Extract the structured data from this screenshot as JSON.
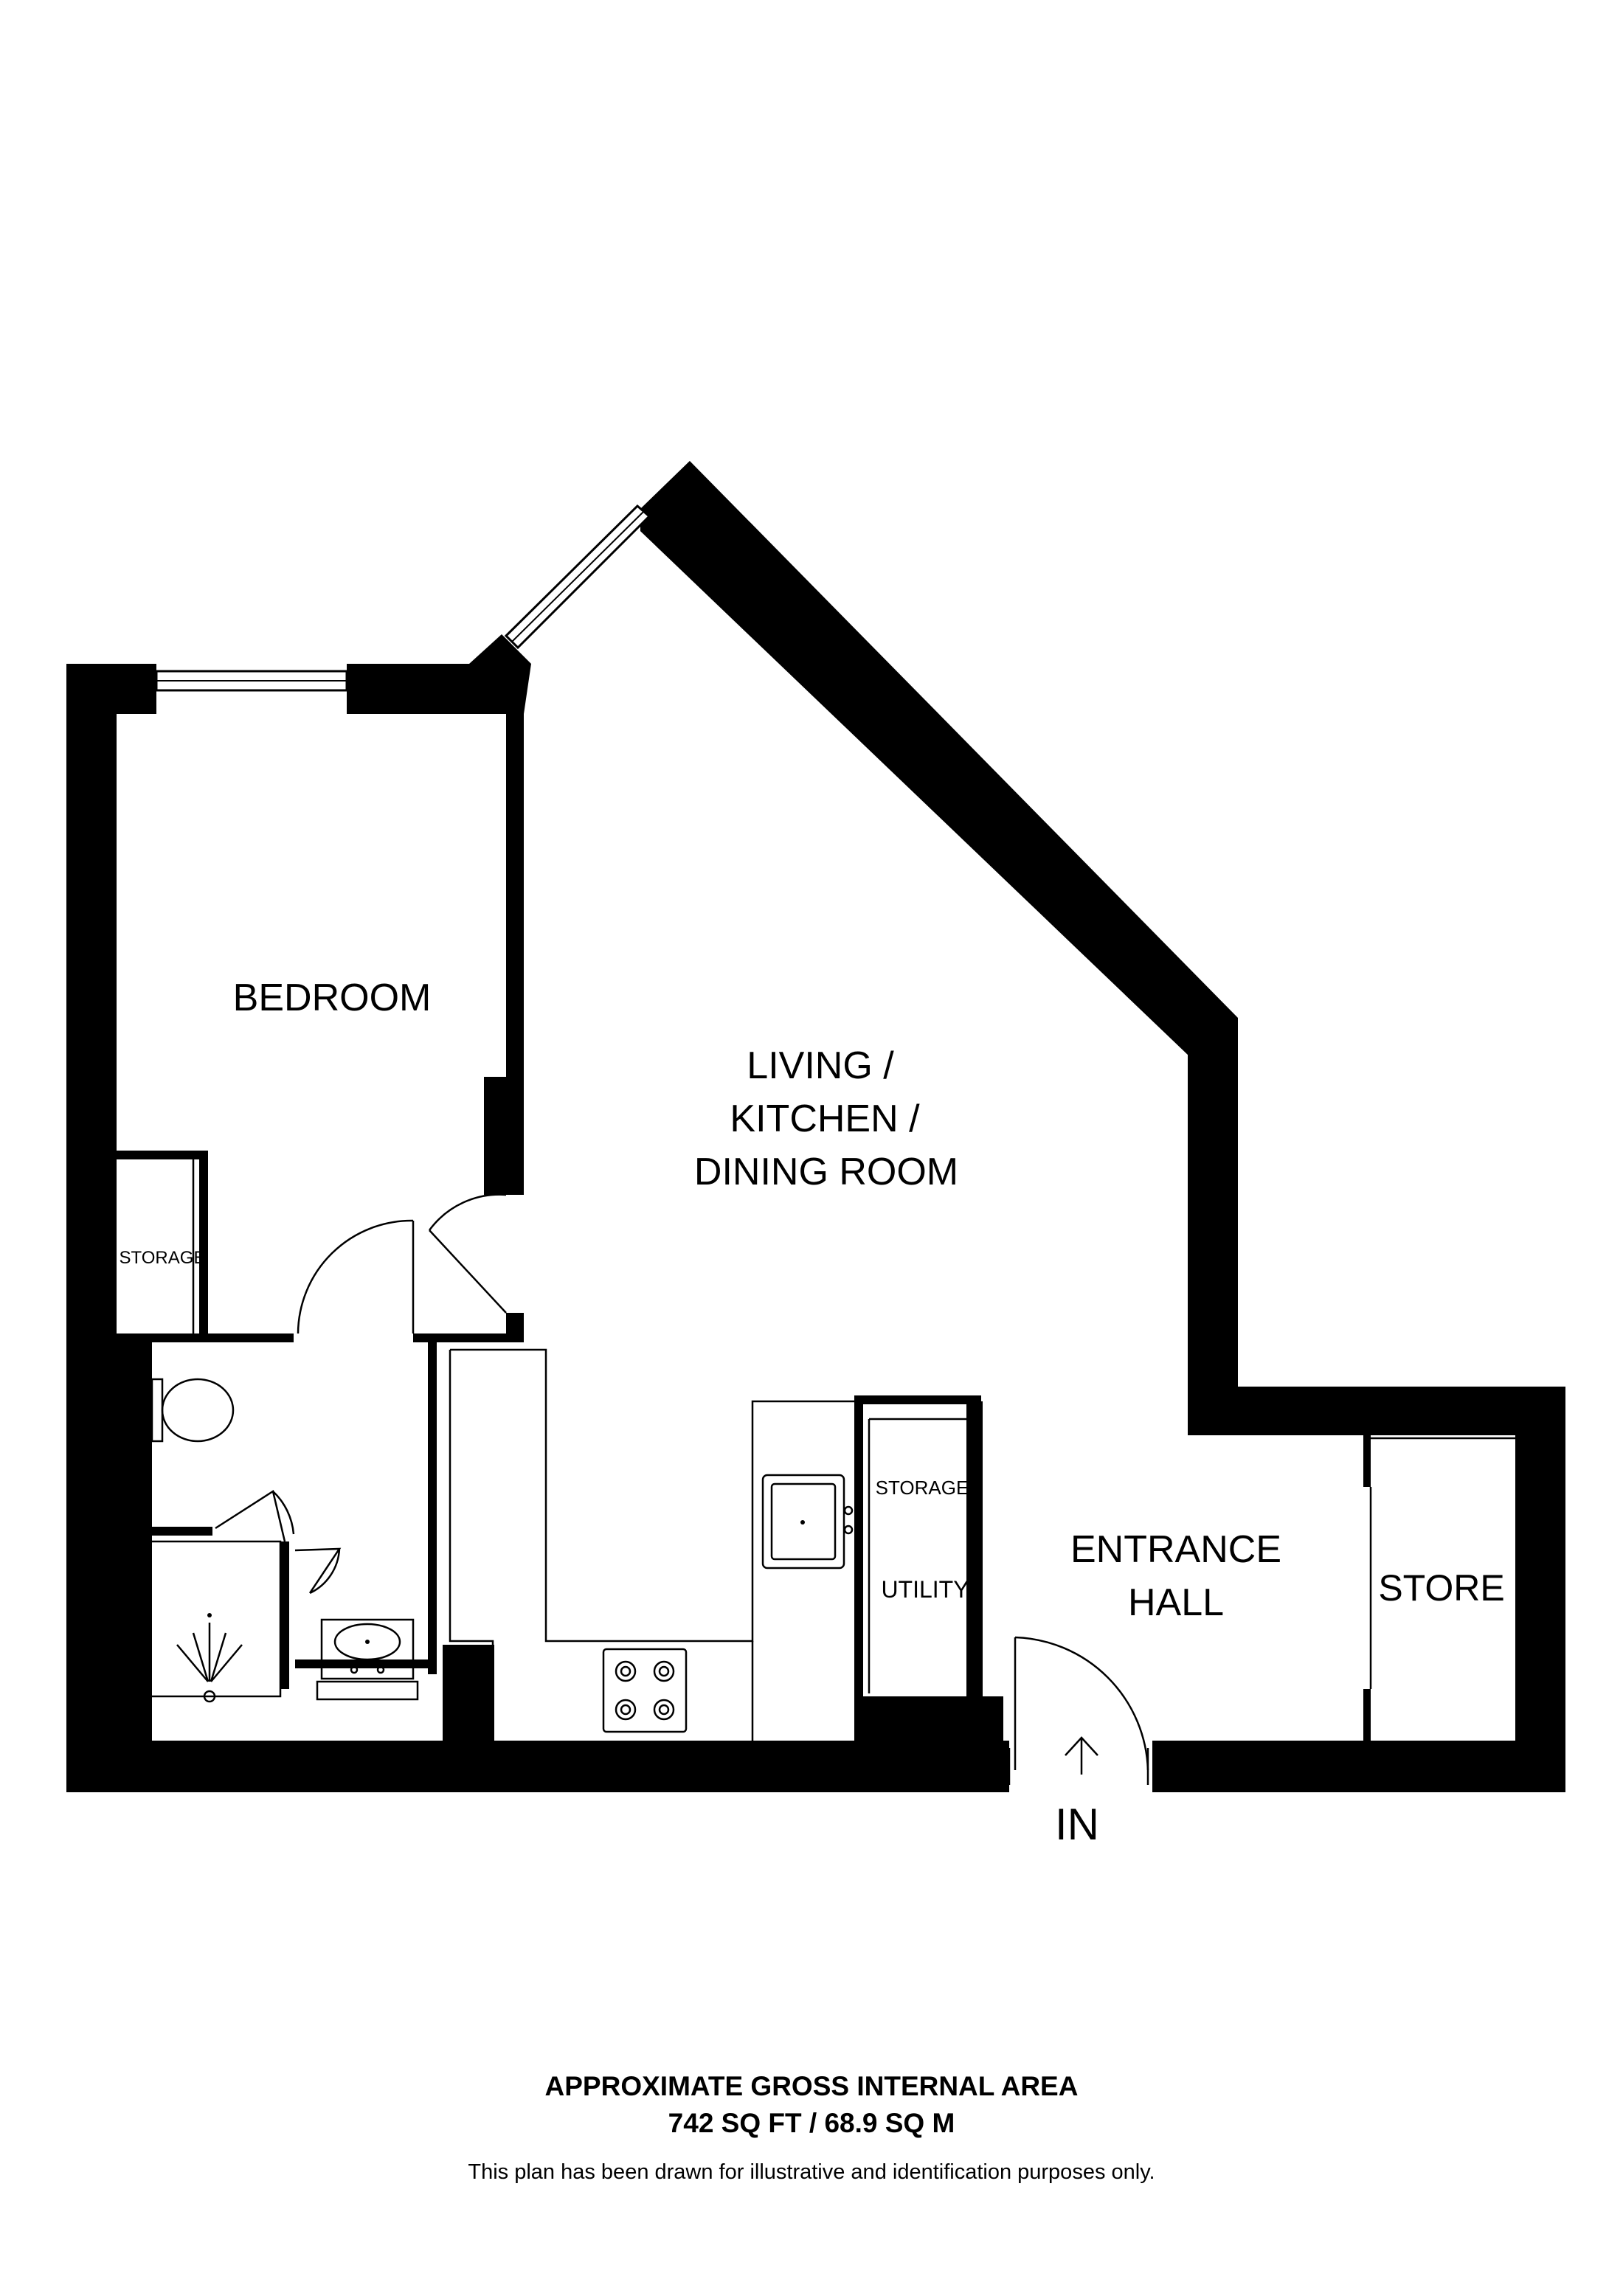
{
  "rooms": {
    "bedroom": "BEDROOM",
    "living_line1": "LIVING /",
    "living_line2": "KITCHEN /",
    "living_line3": "DINING ROOM",
    "bedroom_storage": "STORAGE",
    "kitchen_storage": "STORAGE",
    "utility": "UTILITY",
    "entrance_line1": "ENTRANCE",
    "entrance_line2": "HALL",
    "store": "STORE",
    "entry": "IN"
  },
  "footer": {
    "title": "APPROXIMATE GROSS INTERNAL AREA",
    "area": "742 SQ FT / 68.9 SQ M",
    "disclaimer": "This plan has been drawn for illustrative and identification purposes only."
  }
}
